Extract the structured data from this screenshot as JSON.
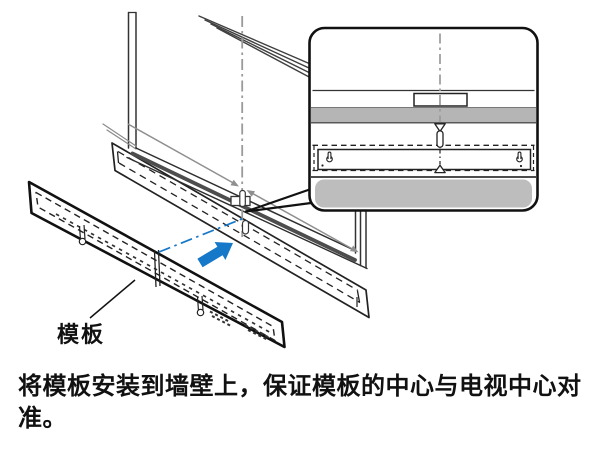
{
  "figure": {
    "template_label": "模板",
    "caption": "将模板安装到墙壁上，保证模板的中心与电视中心对准。"
  },
  "colors": {
    "arrow_blue": "#1578c8",
    "guide_gray": "#9a9a9a",
    "measure_gray": "#8f8f8f",
    "tv_edge_dark": "#4d4d4d",
    "band_gray": "#b5b5b5",
    "bar_gray": "#bdbdbd",
    "outline_black": "#1a1a1a",
    "text_black": "#111111"
  },
  "icons": {
    "blue_arrow": "mount-direction-arrow",
    "keyhole": "keyhole-mount-hole",
    "center_slot": "center-alignment-slot",
    "triangle_marks": "center-alignment-triangles"
  }
}
